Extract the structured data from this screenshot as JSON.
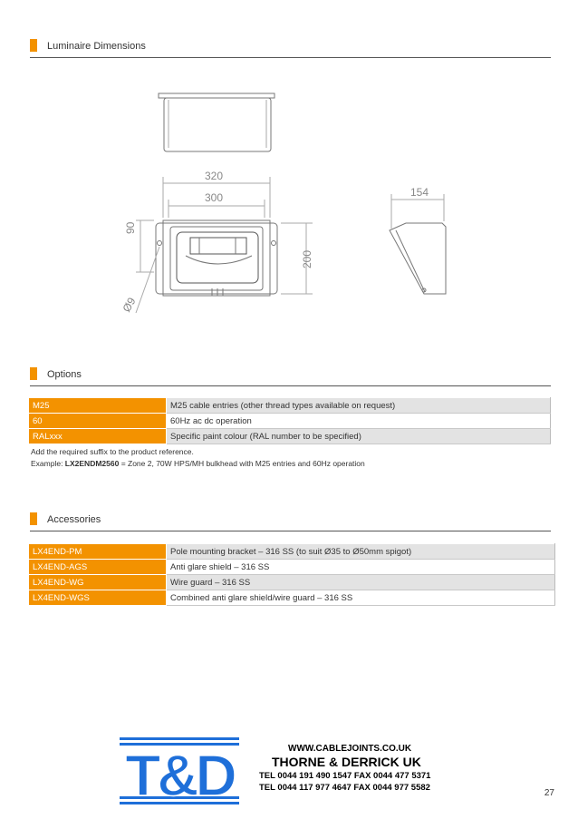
{
  "sections": {
    "dimensions_title": "Luminaire Dimensions",
    "options_title": "Options",
    "accessories_title": "Accessories"
  },
  "drawing": {
    "dim_320": "320",
    "dim_300": "300",
    "dim_154": "154",
    "dim_90": "90",
    "dim_200": "200",
    "dim_9": "Ø9"
  },
  "options": [
    {
      "code": "M25",
      "desc": "M25 cable entries (other thread types available on request)"
    },
    {
      "code": "60",
      "desc": "60Hz ac dc operation"
    },
    {
      "code": "RALxxx",
      "desc": "Specific paint colour (RAL number to be specified)"
    }
  ],
  "options_note": {
    "line1": "Add the required suffix to the product reference.",
    "line2_prefix": "Example: ",
    "line2_code": "LX2ENDM2560",
    "line2_rest": " = Zone 2, 70W HPS/MH bulkhead with M25 entries and 60Hz operation"
  },
  "accessories": [
    {
      "code": "LX4END-PM",
      "desc": "Pole mounting bracket – 316 SS (to suit Ø35 to Ø50mm spigot)"
    },
    {
      "code": "LX4END-AGS",
      "desc": "Anti glare shield – 316 SS"
    },
    {
      "code": "LX4END-WG",
      "desc": "Wire guard – 316 SS"
    },
    {
      "code": "LX4END-WGS",
      "desc": "Combined anti glare shield/wire guard – 316 SS"
    }
  ],
  "footer": {
    "logo_letters": "T&D",
    "website": "WWW.CABLEJOINTS.CO.UK",
    "company": "THORNE & DERRICK UK",
    "tel1": "TEL 0044 191 490 1547  FAX 0044 477 5371",
    "tel2": "TEL 0044 117 977 4647  FAX 0044 977 5582",
    "page_number": "27"
  },
  "colors": {
    "accent": "#f39200",
    "logo_blue": "#1e6fd9"
  }
}
